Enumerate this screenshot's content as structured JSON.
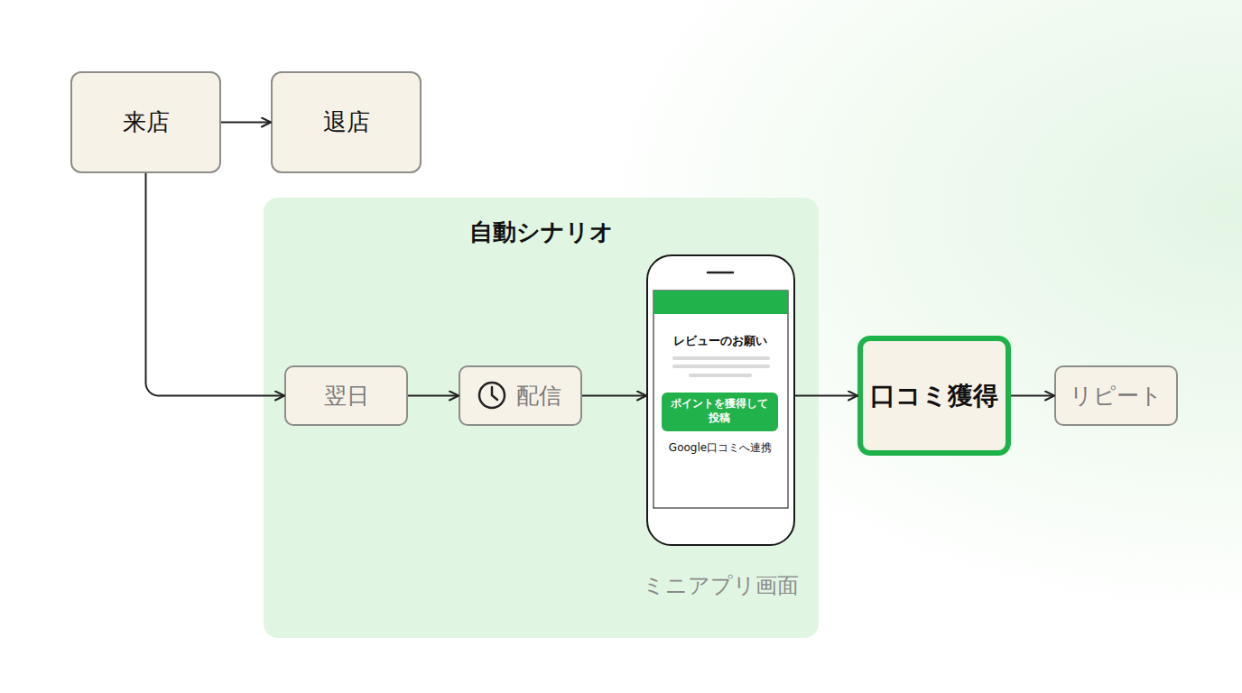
{
  "diagram": {
    "nodes": [
      {
        "text": [
          "来店"
        ]
      },
      {
        "text": [
          "退店"
        ]
      },
      {
        "text": [
          "自動シナリオ"
        ]
      },
      {
        "text": [
          "翌日"
        ],
        "in": 2
      },
      {
        "text": [
          "配信"
        ],
        "in": 2
      },
      {
        "text": [
          "レビューのお願い",
          "Google口コミへ連携",
          "ミニアプリ画面"
        ],
        "in": 2
      },
      {
        "text": [
          "ポイントを獲得して 投稿"
        ],
        "in": 5
      },
      {
        "text": [
          "口コミ獲得"
        ]
      },
      {
        "text": [
          "リピート"
        ]
      }
    ],
    "edges": [
      {
        "from": 0,
        "to": 1,
        "arrow": "to"
      },
      {
        "from": 0,
        "to": 3,
        "arrow": "to"
      },
      {
        "from": 3,
        "to": 4,
        "arrow": "to"
      },
      {
        "from": 4,
        "to": 5,
        "arrow": "to"
      },
      {
        "from": 5,
        "to": 7,
        "arrow": "to"
      },
      {
        "from": 7,
        "to": 8,
        "arrow": "to"
      }
    ]
  }
}
